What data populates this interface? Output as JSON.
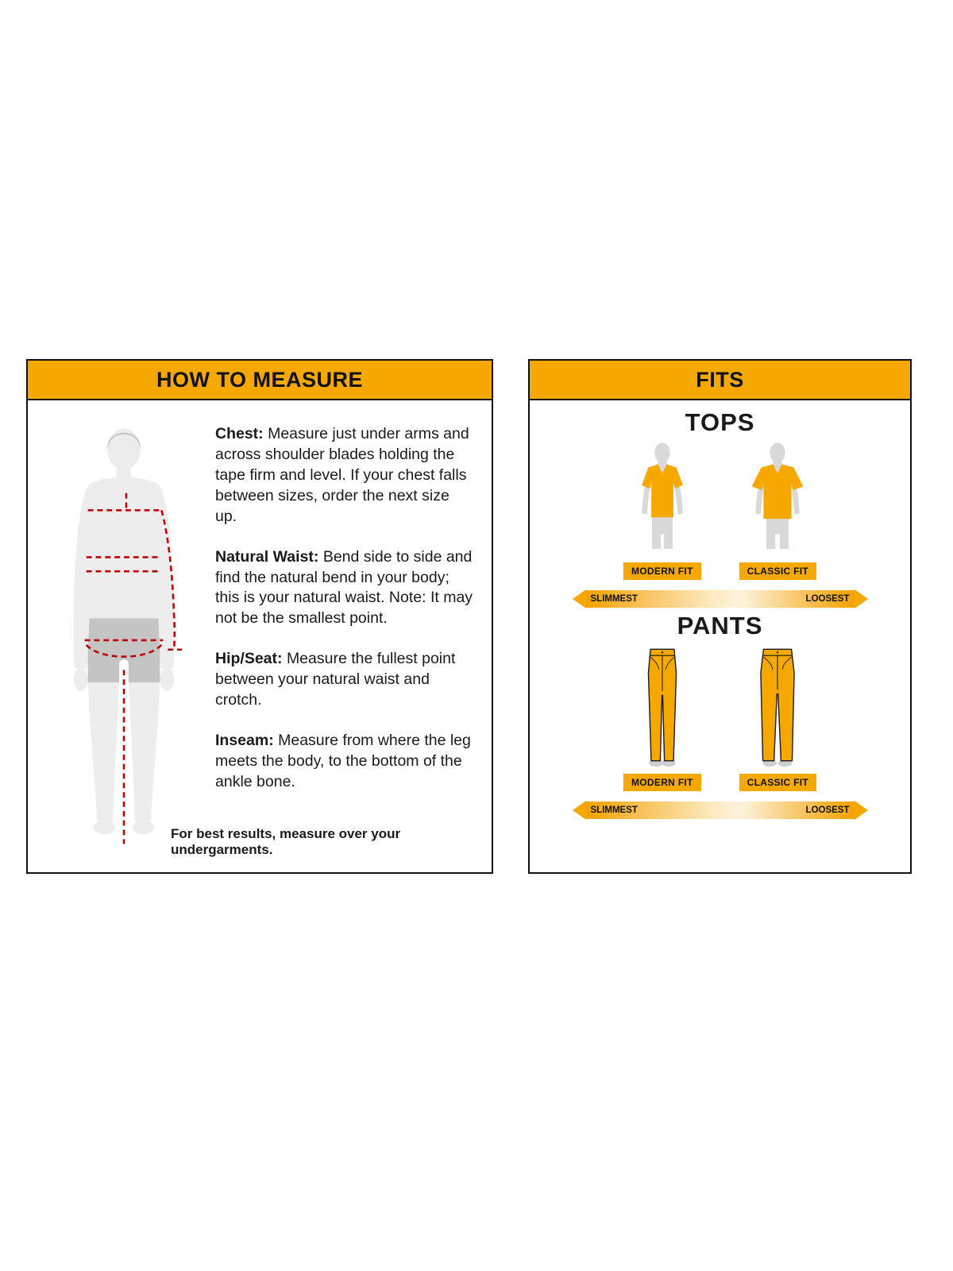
{
  "colors": {
    "accent": "#F5A800",
    "border": "#111111",
    "measure_line": "#C00000",
    "silhouette": "#ededed",
    "shorts": "#c4c4c4"
  },
  "left_panel": {
    "title": "HOW TO MEASURE",
    "sections": [
      {
        "label": "Chest:",
        "text": "Measure just under arms and across shoulder blades holding the tape firm and level. If your chest falls between sizes, order the next size up."
      },
      {
        "label": "Natural Waist:",
        "text": "Bend side to side and find the natural bend in your body; this is your natural waist. Note: It may not be the smallest point."
      },
      {
        "label": "Hip/Seat:",
        "text": "Measure the fullest point between your natural waist and crotch."
      },
      {
        "label": "Inseam:",
        "text": "Measure from where the leg meets the body, to the bottom of the ankle bone."
      }
    ],
    "footnote": "For best results, measure over your undergarments."
  },
  "right_panel": {
    "title": "FITS",
    "tops": {
      "heading": "TOPS",
      "fits": [
        {
          "label": "MODERN FIT"
        },
        {
          "label": "CLASSIC FIT"
        }
      ],
      "scale": {
        "left": "SLIMMEST",
        "right": "LOOSEST"
      }
    },
    "pants": {
      "heading": "PANTS",
      "fits": [
        {
          "label": "MODERN FIT"
        },
        {
          "label": "CLASSIC FIT"
        }
      ],
      "scale": {
        "left": "SLIMMEST",
        "right": "LOOSEST"
      }
    }
  }
}
